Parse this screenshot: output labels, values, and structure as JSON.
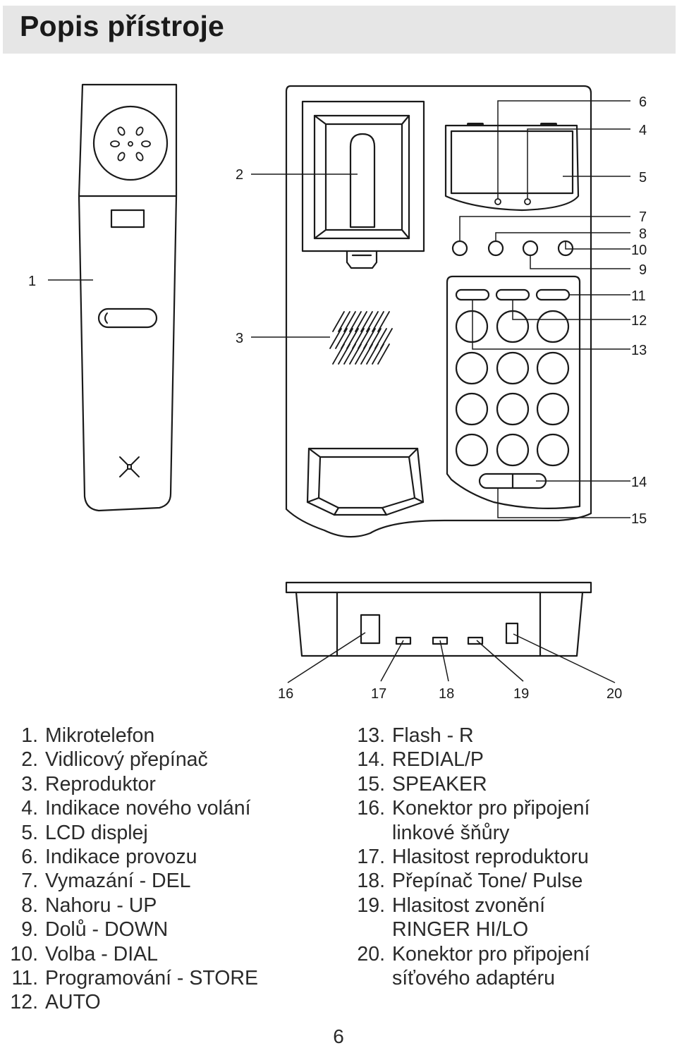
{
  "page": {
    "title": "Popis přístroje",
    "page_number": "6"
  },
  "callouts": {
    "n1": "1",
    "n2": "2",
    "n3": "3",
    "n4": "4",
    "n5": "5",
    "n6": "6",
    "n7": "7",
    "n8": "8",
    "n9": "9",
    "n10": "10",
    "n11": "11",
    "n12": "12",
    "n13": "13",
    "n14": "14",
    "n15": "15",
    "n16": "16",
    "n17": "17",
    "n18": "18",
    "n19": "19",
    "n20": "20"
  },
  "legend_left": [
    {
      "num": "1.",
      "text": "Mikrotelefon"
    },
    {
      "num": "2.",
      "text": "Vidlicový přepínač"
    },
    {
      "num": "3.",
      "text": "Reproduktor"
    },
    {
      "num": "4.",
      "text": "Indikace nového volání"
    },
    {
      "num": "5.",
      "text": "LCD displej"
    },
    {
      "num": "6.",
      "text": "Indikace provozu"
    },
    {
      "num": "7.",
      "text": "Vymazání - DEL"
    },
    {
      "num": "8.",
      "text": "Nahoru - UP"
    },
    {
      "num": "9.",
      "text": "Dolů - DOWN"
    },
    {
      "num": "10.",
      "text": "Volba - DIAL"
    },
    {
      "num": "11.",
      "text": "Programování - STORE"
    },
    {
      "num": "12.",
      "text": "AUTO"
    }
  ],
  "legend_right": [
    {
      "num": "13.",
      "text": "Flash - R"
    },
    {
      "num": "14.",
      "text": "REDIAL/P"
    },
    {
      "num": "15.",
      "text": "SPEAKER"
    },
    {
      "num": "16.",
      "text": "Konektor pro připojení"
    },
    {
      "num": "",
      "text": "linkové šňůry"
    },
    {
      "num": "17.",
      "text": "Hlasitost reproduktoru"
    },
    {
      "num": "18.",
      "text": "Přepínač Tone/ Pulse"
    },
    {
      "num": "19.",
      "text": "Hlasitost zvonění"
    },
    {
      "num": "",
      "text": "RINGER HI/LO"
    },
    {
      "num": "20.",
      "text": "Konektor pro připojení"
    },
    {
      "num": "",
      "text": "síťového adaptéru"
    }
  ]
}
